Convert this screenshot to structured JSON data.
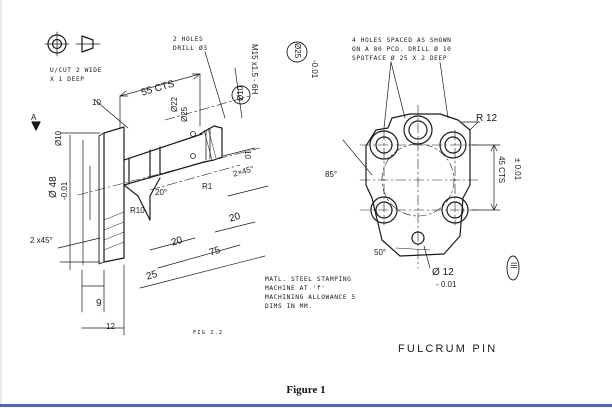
{
  "notes": {
    "undercut": "U/CUT 2 WIDE\nX 1 DEEP",
    "two_holes": "2 HOLES\nDRILL Ø3",
    "four_holes": "4 HOLES SPACED AS SHOWN\nON A 80 PCD. DRILL Ø 10\nSPOTFACE Ø 25 X 2 DEEP",
    "material": "MATL. STEEL STAMPING\nMACHINE AT 'f'\nMACHINING ALLOWANCE 5\nDIMS IN MM."
  },
  "dims": {
    "d55": "55 CTS",
    "d22": "Ø22",
    "d25_tilt": "Ø25",
    "d10_circle": "Ø10",
    "d25_circle": "Ø25",
    "thread": "M15 x1.5 - 6H",
    "tol_001": "-0.01",
    "d10_top": "10",
    "phi10": "Ø10",
    "d48": "Ø 48",
    "d48_tol": "-0.01",
    "d10_mid": "10",
    "r1": "R1",
    "ang20": "20°",
    "d2x45_a": "2×45°",
    "r10": "R10",
    "d20_a": "20",
    "d20_b": "20",
    "d75": "75",
    "d25_b": "25",
    "d2x45_b": "2 x45°",
    "d9": "9",
    "d12": "12",
    "ang85": "85°",
    "ang50": "50°",
    "r12": "R 12",
    "d45cts": "45 CTS",
    "tol_pm": "± 0.01",
    "d12_phi": "Ø 12",
    "d12_tol": "- 0.01",
    "view_arrow": "A",
    "sheet_no": "III"
  },
  "fig_label": "FIG 2.2",
  "title": "FULCRUM PIN",
  "caption": "Figure 1"
}
